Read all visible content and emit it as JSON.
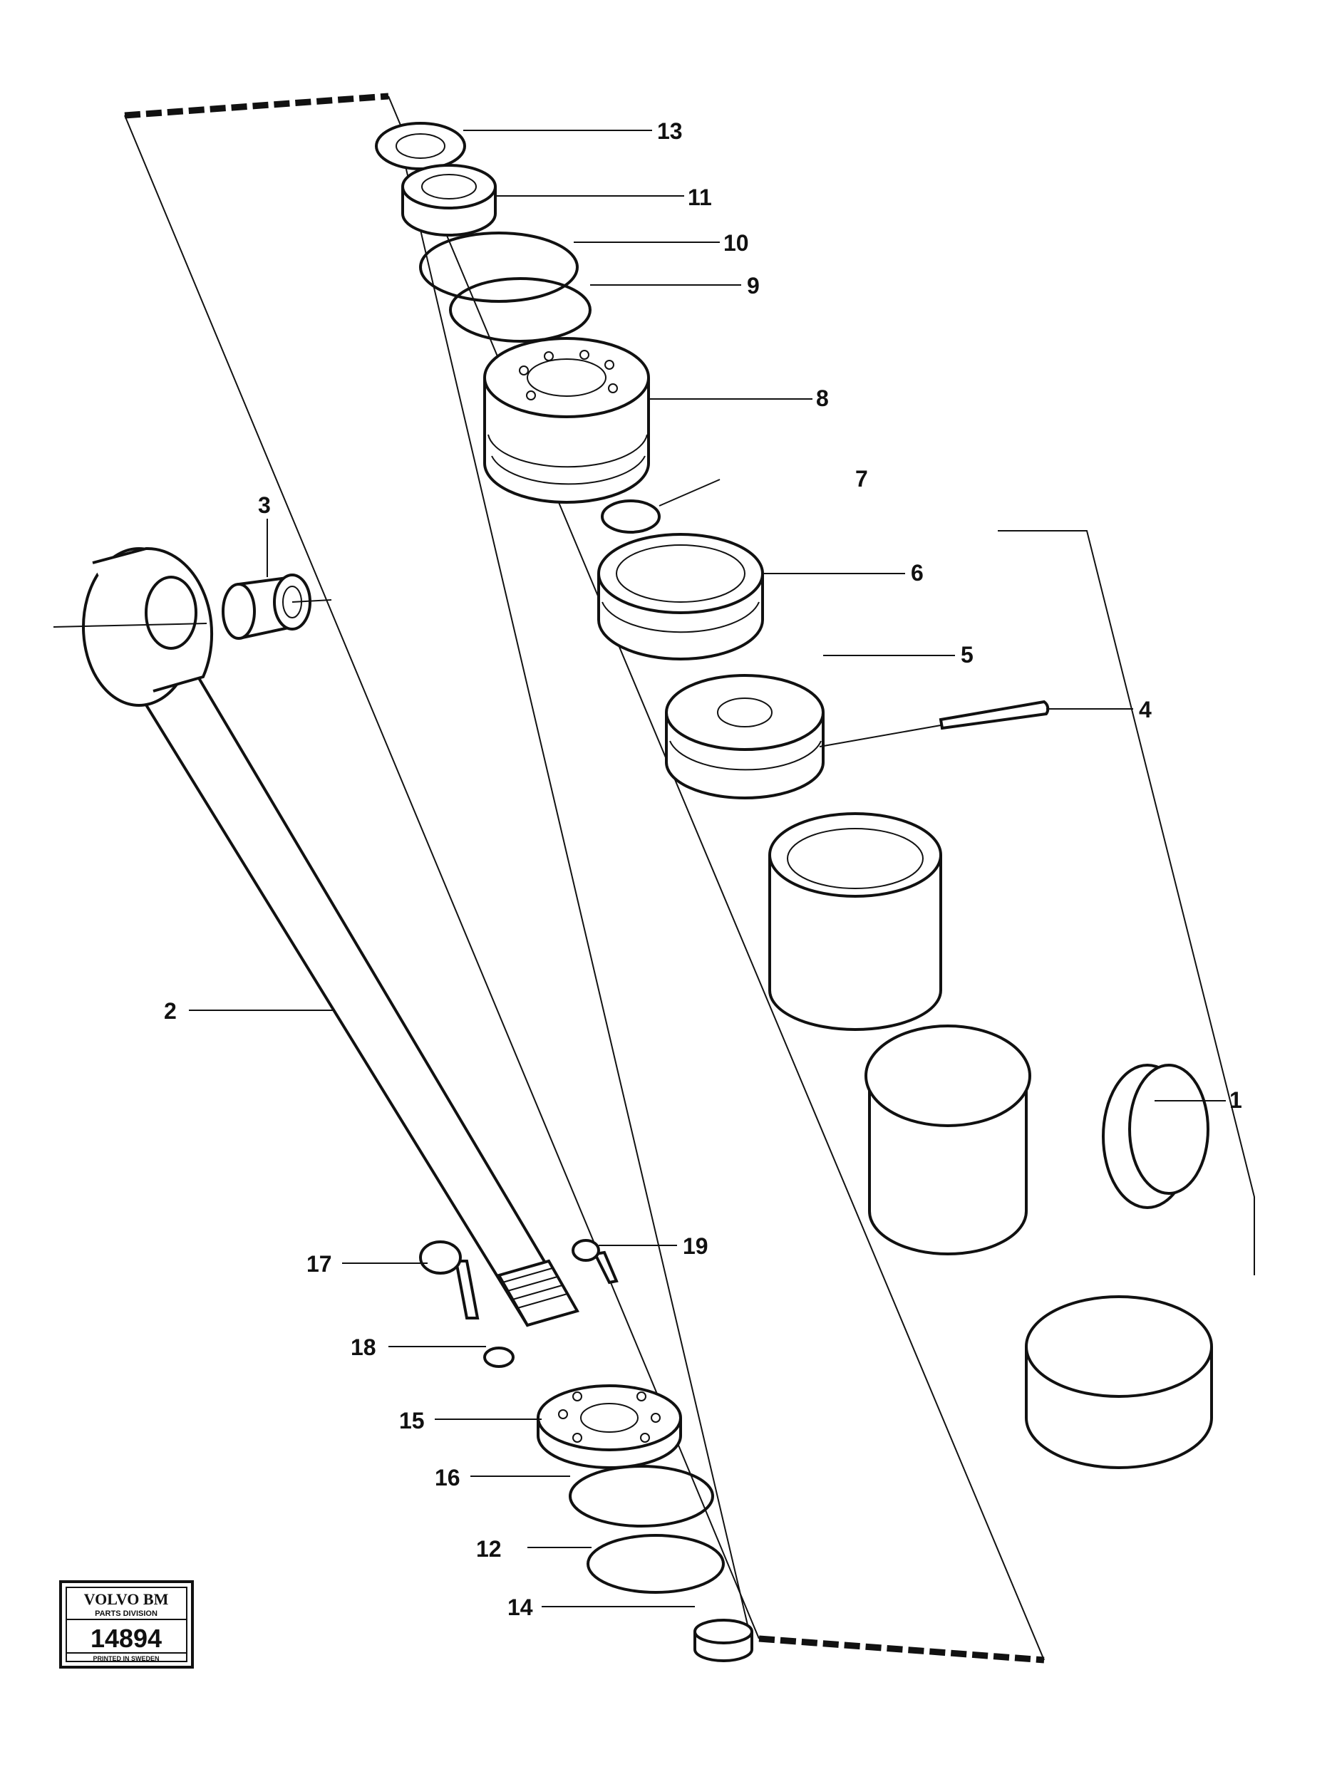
{
  "callouts": [
    {
      "id": "1",
      "label": "1"
    },
    {
      "id": "2",
      "label": "2"
    },
    {
      "id": "3",
      "label": "3"
    },
    {
      "id": "4",
      "label": "4"
    },
    {
      "id": "5",
      "label": "5"
    },
    {
      "id": "6",
      "label": "6"
    },
    {
      "id": "7",
      "label": "7"
    },
    {
      "id": "8",
      "label": "8"
    },
    {
      "id": "9",
      "label": "9"
    },
    {
      "id": "10",
      "label": "10"
    },
    {
      "id": "11",
      "label": "11"
    },
    {
      "id": "12",
      "label": "12"
    },
    {
      "id": "13",
      "label": "13"
    },
    {
      "id": "14",
      "label": "14"
    },
    {
      "id": "15",
      "label": "15"
    },
    {
      "id": "16",
      "label": "16"
    },
    {
      "id": "17",
      "label": "17"
    },
    {
      "id": "18",
      "label": "18"
    },
    {
      "id": "19",
      "label": "19"
    }
  ],
  "stamp": {
    "brand": "VOLVO BM",
    "division": "PARTS DIVISION",
    "number": "14894",
    "printed": "PRINTED IN SWEDEN"
  }
}
